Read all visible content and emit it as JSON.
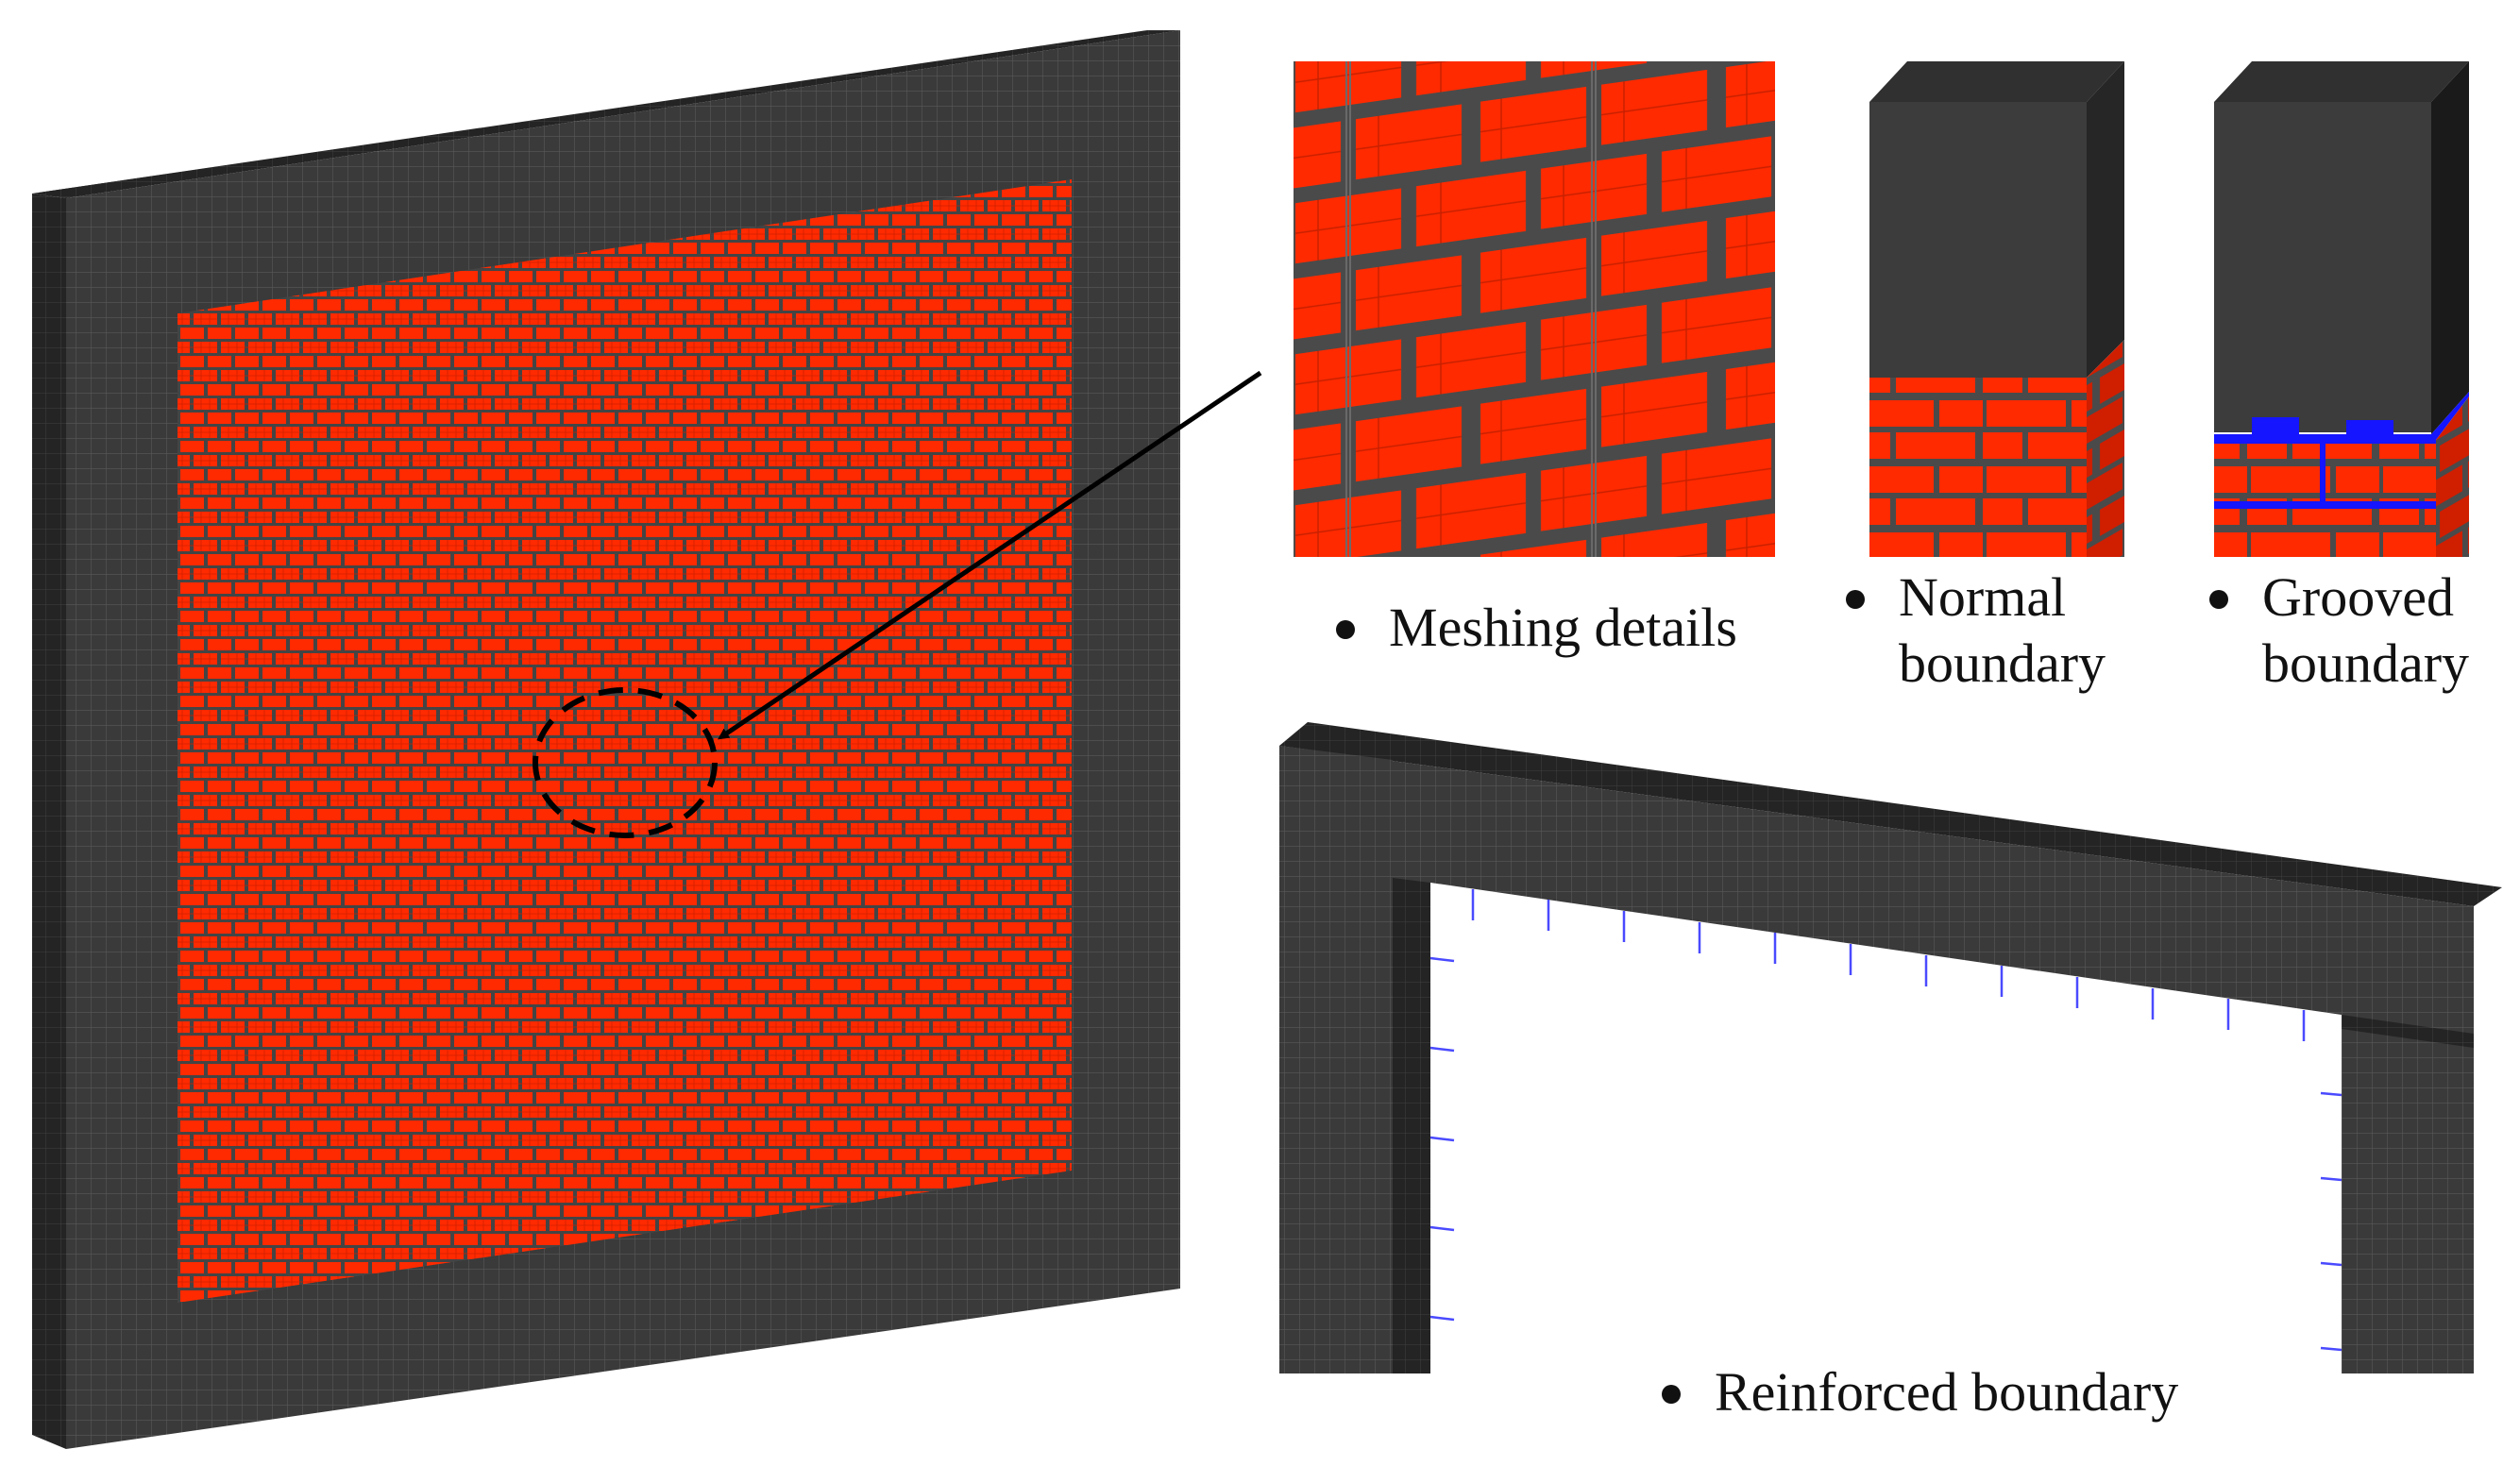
{
  "captions": {
    "meshing": "Meshing details",
    "normal_line1": "Normal",
    "normal_line2": "boundary",
    "grooved_line1": "Grooved",
    "grooved_line2": "boundary",
    "reinforced": "Reinforced boundary"
  },
  "colors": {
    "frame": "#3a3a3a",
    "frame_dark": "#1e1e1e",
    "mesh_line": "#555555",
    "brick": "#ff2a00",
    "brick_dark": "#c21a00",
    "mortar": "#4a4a4a",
    "interface": "#1515ff",
    "rebar": "#4a4aff"
  },
  "icons": [
    "bullet-dot-icon",
    "zoom-circle-icon",
    "arrow-icon"
  ]
}
